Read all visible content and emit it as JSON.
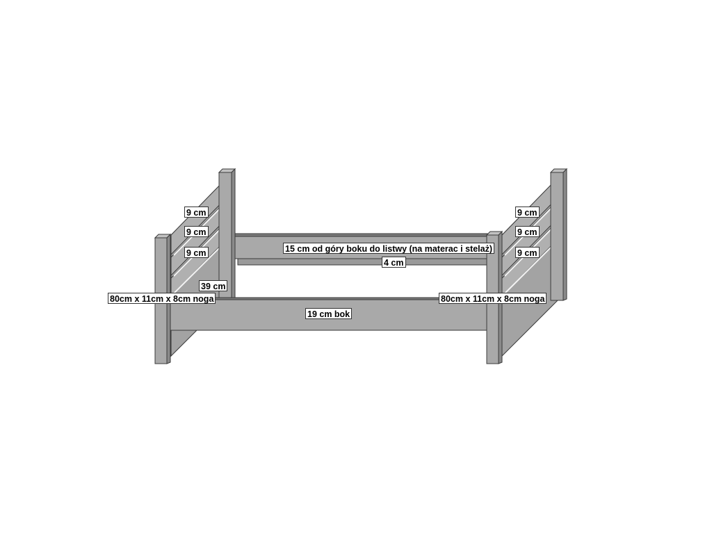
{
  "labels": {
    "left_slat_1": "9 cm",
    "left_slat_2": "9 cm",
    "left_slat_3": "9 cm",
    "left_panel_height": "39 cm",
    "left_leg": "80cm x 11cm x 8cm noga",
    "back_rail_note": "15 cm od góry boku do listwy (na materac i stelaż)",
    "ledge": "4 cm",
    "side_rail": "19 cm bok",
    "right_slat_1": "9 cm",
    "right_slat_2": "9 cm",
    "right_slat_3": "9 cm",
    "right_leg": "80cm x 11cm x 8cm noga"
  },
  "colors": {
    "wood": "#a9a9a9",
    "wood_dark": "#8a8a8a",
    "edge": "#3a3a3a"
  }
}
